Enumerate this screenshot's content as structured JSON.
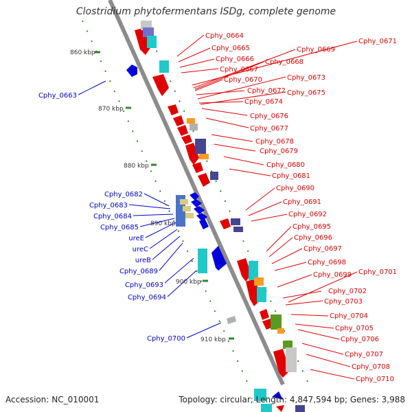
{
  "title": "Clostridium phytofermentans ISDg, complete genome",
  "accession": "Accession: NC_010001",
  "topology": "Topology: circular; Length: 4,847,594 bp; Genes: 3,988",
  "scale_labels": [
    "860 kbp",
    "870 kbp",
    "880 kbp",
    "890 kbp",
    "900 kbp",
    "910 kbp"
  ],
  "labels_right": [
    "Cphy_0664",
    "Cphy_0665",
    "Cphy_0666",
    "Cphy_0667",
    "Cphy_0670",
    "Cphy_0672",
    "Cphy_0674",
    "Cphy_0676",
    "Cphy_0677",
    "Cphy_0678",
    "Cphy_0679",
    "Cphy_0680",
    "Cphy_0681",
    "Cphy_0690",
    "Cphy_0691",
    "Cphy_0692",
    "Cphy_0695",
    "Cphy_0696",
    "Cphy_0697",
    "Cphy_0698",
    "Cphy_0699",
    "Cphy_0702",
    "Cphy_0703",
    "Cphy_0704",
    "Cphy_0705",
    "Cphy_0706",
    "Cphy_0707",
    "Cphy_0708",
    "Cphy_0710"
  ],
  "labels_right_far": [
    "Cphy_0671",
    "Cphy_0669",
    "Cphy_0668",
    "Cphy_0673",
    "Cphy_0675",
    "Cphy_0701"
  ],
  "labels_left": [
    "Cphy_0663",
    "Cphy_0682",
    "Cphy_0683",
    "Cphy_0684",
    "Cphy_0685",
    "ureE",
    "ureC",
    "ureB",
    "Cphy_0689",
    "Cphy_0693",
    "Cphy_0694",
    "Cphy_0700"
  ],
  "colors": {
    "forward": "#e00000",
    "reverse": "#0000dd",
    "backbone": "#8c8c8c",
    "ticks": "#2a8a2a"
  }
}
